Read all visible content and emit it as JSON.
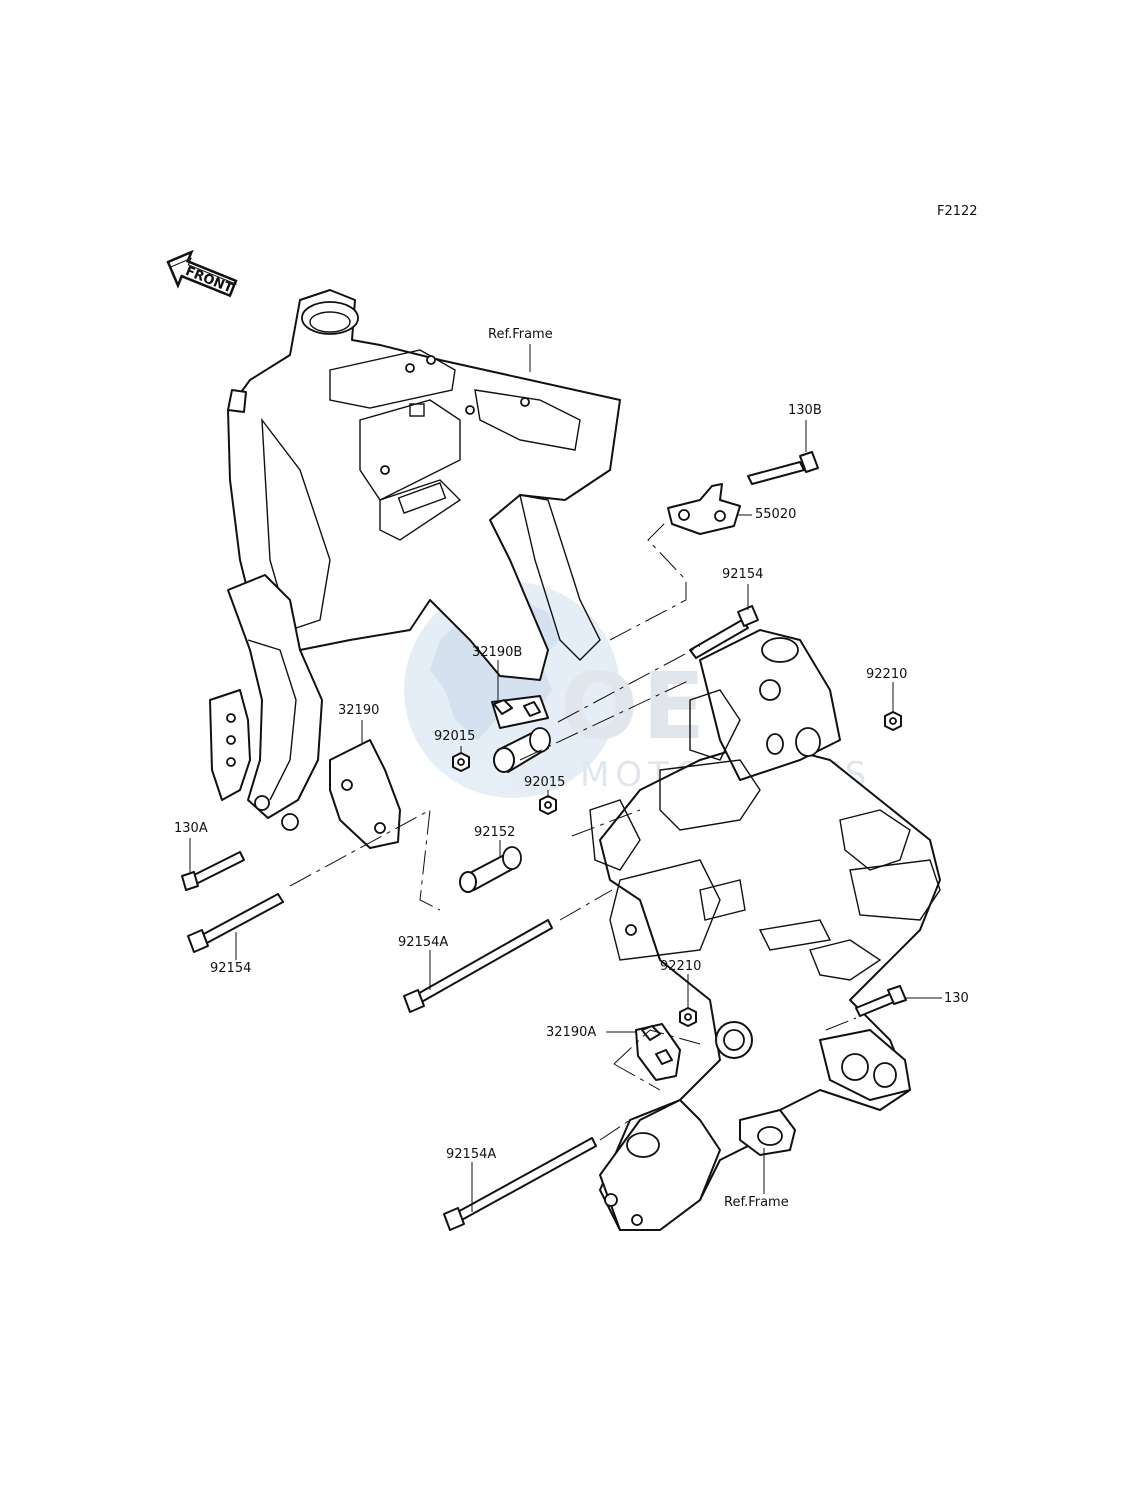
{
  "figure_code": "F2122",
  "front_indicator": "FRONT",
  "watermark": {
    "brand": "OEM",
    "subtitle": "MOTORPARTS",
    "colors": {
      "globe": "#cfe0f0",
      "text": "#d4dae3",
      "accent": "#1e4f9a"
    }
  },
  "ref_labels": {
    "frame_top": "Ref.Frame",
    "frame_bottom": "Ref.Frame"
  },
  "callouts": {
    "c130B": "130B",
    "c55020": "55020",
    "c92154_top": "92154",
    "c92210_right": "92210",
    "c32190B": "32190B",
    "c32190": "32190",
    "c92015_left": "92015",
    "c92015_right": "92015",
    "c92152": "92152",
    "c130A": "130A",
    "c92154_left": "92154",
    "c92154A_mid": "92154A",
    "c92210_lower": "92210",
    "c130": "130",
    "c32190A": "32190A",
    "c92154A_bottom": "92154A"
  }
}
